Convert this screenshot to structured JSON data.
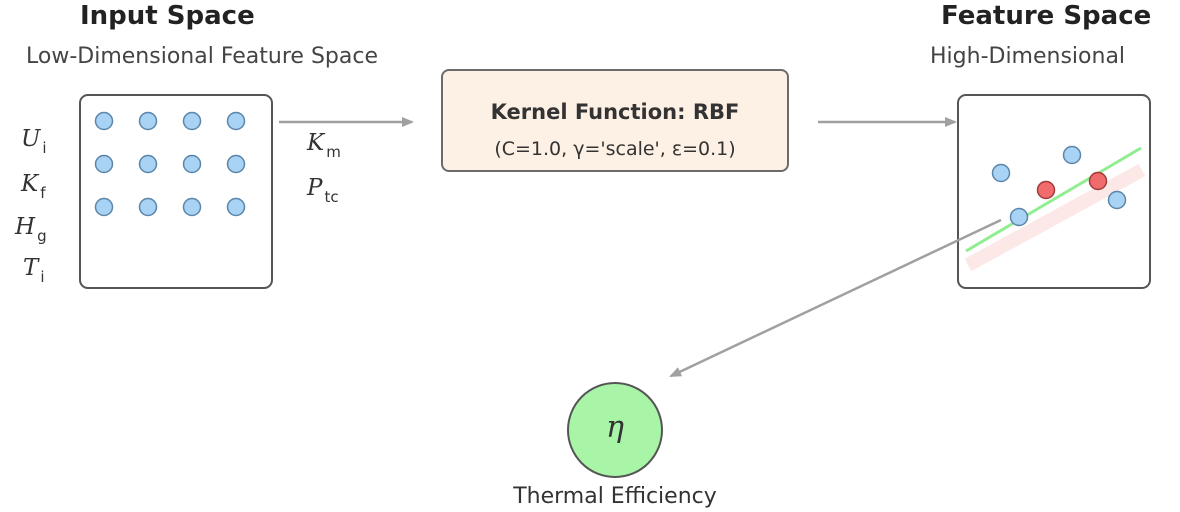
{
  "input_space": {
    "title": "Input Space",
    "subtitle": "Low-Dimensional Feature Space",
    "variables_left": [
      {
        "symbol": "U",
        "sub": "i"
      },
      {
        "symbol": "K",
        "sub": "f"
      },
      {
        "symbol": "H",
        "sub": "g"
      },
      {
        "symbol": "T",
        "sub": "i"
      }
    ],
    "variables_right": [
      {
        "symbol": "K",
        "sub": "m"
      },
      {
        "symbol": "P",
        "sub": "tc"
      }
    ],
    "grid": {
      "rows": 3,
      "cols": 4
    }
  },
  "kernel": {
    "title": "Kernel Function: RBF",
    "params": "(C=1.0, γ='scale', ε=0.1)"
  },
  "feature_space": {
    "title": "Feature Space",
    "subtitle": "High-Dimensional"
  },
  "output": {
    "symbol": "η",
    "label": "Thermal Efficiency"
  },
  "colors": {
    "point_blue": "#a9d3f5",
    "point_red": "#f06b6b",
    "hyperplane": "#90ee90",
    "margin_band": "#fde8e8",
    "output_fill": "#a8f5a8",
    "arrow": "#a0a0a0",
    "box_border": "#555555",
    "kernel_fill": "#fdf0e4"
  }
}
